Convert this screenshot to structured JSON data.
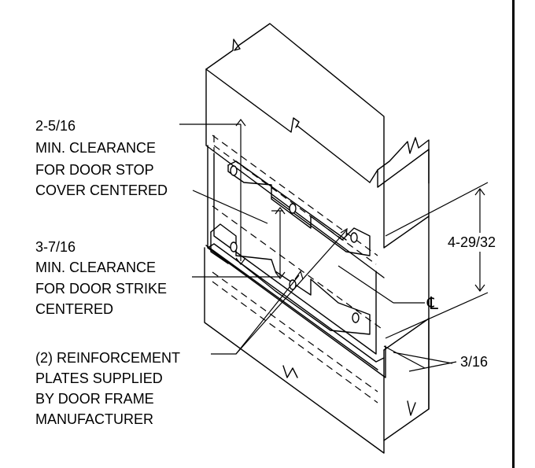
{
  "callouts": {
    "stop_clearance": {
      "dimension": "2-5/16",
      "lines": [
        "MIN. CLEARANCE",
        "FOR DOOR STOP",
        "COVER CENTERED"
      ]
    },
    "strike_clearance": {
      "dimension": "3-7/16",
      "lines": [
        "MIN. CLEARANCE",
        "FOR DOOR STRIKE",
        "CENTERED"
      ]
    },
    "reinforcement": {
      "lines": [
        "(2) REINFORCEMENT",
        "PLATES SUPPLIED",
        "BY DOOR FRAME",
        "MANUFACTURER"
      ]
    }
  },
  "dimensions": {
    "height": "4-29/32",
    "thickness": "3/16",
    "centerline": "℄"
  }
}
